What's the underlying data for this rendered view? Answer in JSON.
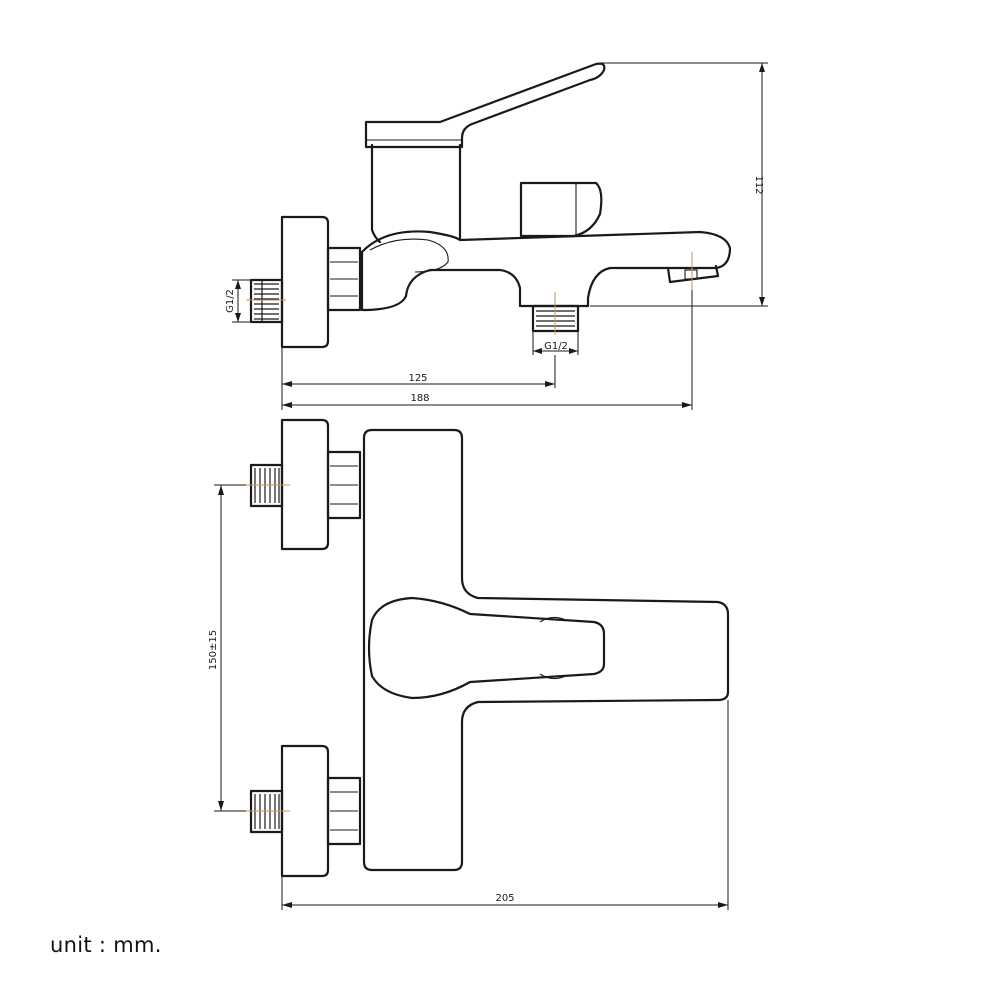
{
  "dimensions": {
    "height_112": "112",
    "side_thread_inlet": "G1/2",
    "side_thread_outlet": "G1/2",
    "dim_125": "125",
    "dim_188": "188",
    "dim_150": "150±15",
    "dim_205": "205"
  },
  "unit_note": "unit : mm."
}
